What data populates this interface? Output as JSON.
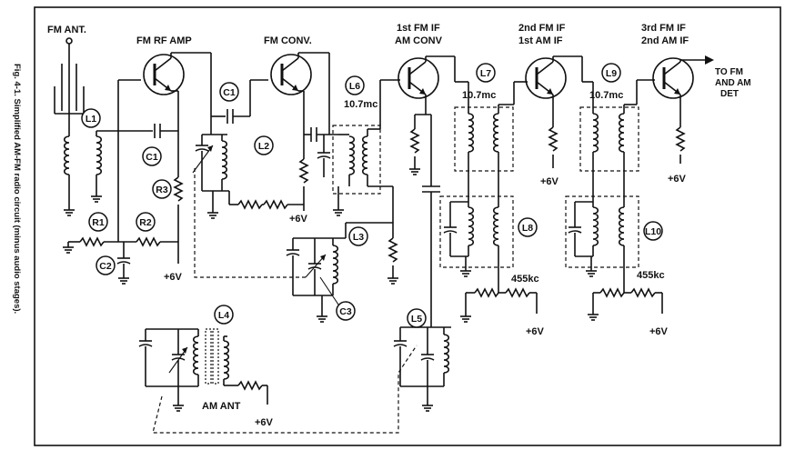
{
  "caption": "Fig. 4-1. Simplified AM-FM radio circuit (minus audio stages).",
  "stage_labels": {
    "fm_ant": "FM ANT.",
    "fm_rf_amp": "FM RF AMP",
    "fm_conv": "FM CONV.",
    "if1_line1": "1st FM IF",
    "if1_line2": "AM CONV",
    "if2_line1": "2nd FM IF",
    "if2_line2": "1st AM IF",
    "if3_line1": "3rd FM IF",
    "if3_line2": "2nd AM IF",
    "output_line1": "TO FM",
    "output_line2": "AND AM",
    "output_line3": "DET",
    "am_ant": "AM ANT"
  },
  "components": {
    "L1": "L1",
    "L2": "L2",
    "L3": "L3",
    "L4": "L4",
    "L5": "L5",
    "L6": "L6",
    "L7": "L7",
    "L8": "L8",
    "L9": "L9",
    "L10": "L10",
    "C1": "C1",
    "C2": "C2",
    "C3": "C3",
    "R1": "R1",
    "R2": "R2",
    "R3": "R3"
  },
  "values": {
    "freq_fm_if": "10.7mc",
    "freq_am_if": "455kc",
    "supply": "+6V"
  }
}
